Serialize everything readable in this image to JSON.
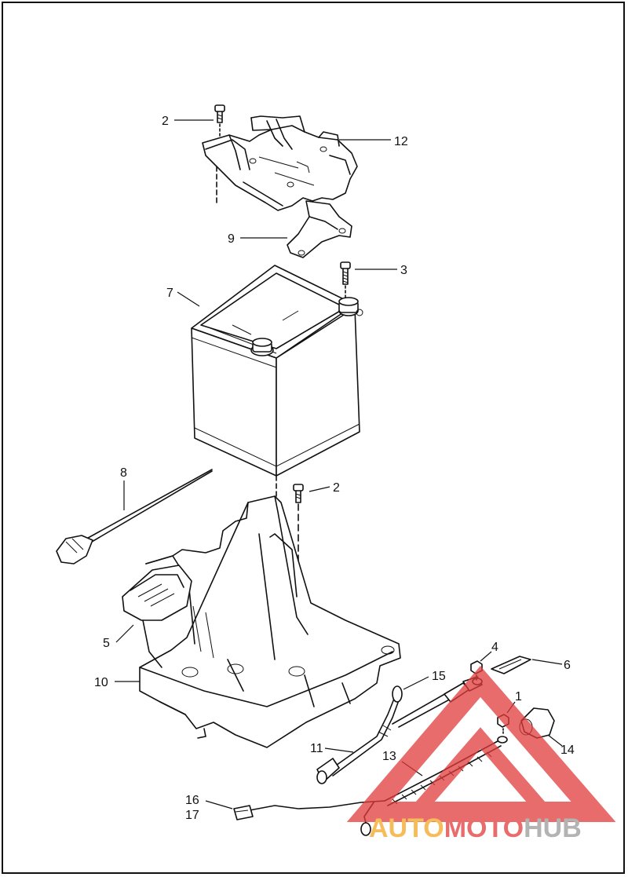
{
  "callouts": [
    {
      "id": "c2a",
      "text": "2"
    },
    {
      "id": "c12",
      "text": "12"
    },
    {
      "id": "c9",
      "text": "9"
    },
    {
      "id": "c3",
      "text": "3"
    },
    {
      "id": "c7",
      "text": "7"
    },
    {
      "id": "c8",
      "text": "8"
    },
    {
      "id": "c2b",
      "text": "2"
    },
    {
      "id": "c5",
      "text": "5"
    },
    {
      "id": "c10",
      "text": "10"
    },
    {
      "id": "c4",
      "text": "4"
    },
    {
      "id": "c6",
      "text": "6"
    },
    {
      "id": "c15",
      "text": "15"
    },
    {
      "id": "c1",
      "text": "1"
    },
    {
      "id": "c11",
      "text": "11"
    },
    {
      "id": "c13",
      "text": "13"
    },
    {
      "id": "c14",
      "text": "14"
    },
    {
      "id": "c16",
      "text": "16"
    },
    {
      "id": "c17",
      "text": "17"
    }
  ],
  "watermark": {
    "part1": "AUTO",
    "part2": "MOTO",
    "part3": "HUB",
    "color_orange": "#f5a623",
    "color_red": "#e23b3b",
    "color_gray": "#9a9a9a"
  }
}
